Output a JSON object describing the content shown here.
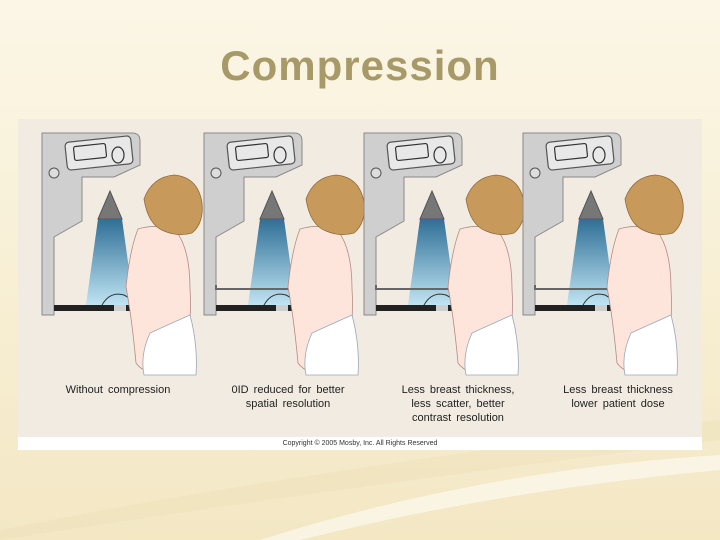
{
  "slide": {
    "title": "Compression"
  },
  "figure": {
    "panels": [
      {
        "caption": "Without  compression",
        "has_paddle": false
      },
      {
        "caption": "0ID  reduced  for  better\nspatial  resolution",
        "has_paddle": true
      },
      {
        "caption": "Less  breast  thickness,\nless  scatter,  better\ncontrast  resolution",
        "has_paddle": true
      },
      {
        "caption": "Less  breast  thickness\nlower  patient  dose",
        "has_paddle": true
      }
    ],
    "copyright": "Copyright © 2005 Mosby, Inc. All Rights Reserved"
  },
  "colors": {
    "title": "#a89a68",
    "panel_bg": "#f1ebe2",
    "machine": "#cfcfcf",
    "beam": "#5aa3c8",
    "hair": "#c79a5c",
    "skin": "#fde5dc"
  }
}
